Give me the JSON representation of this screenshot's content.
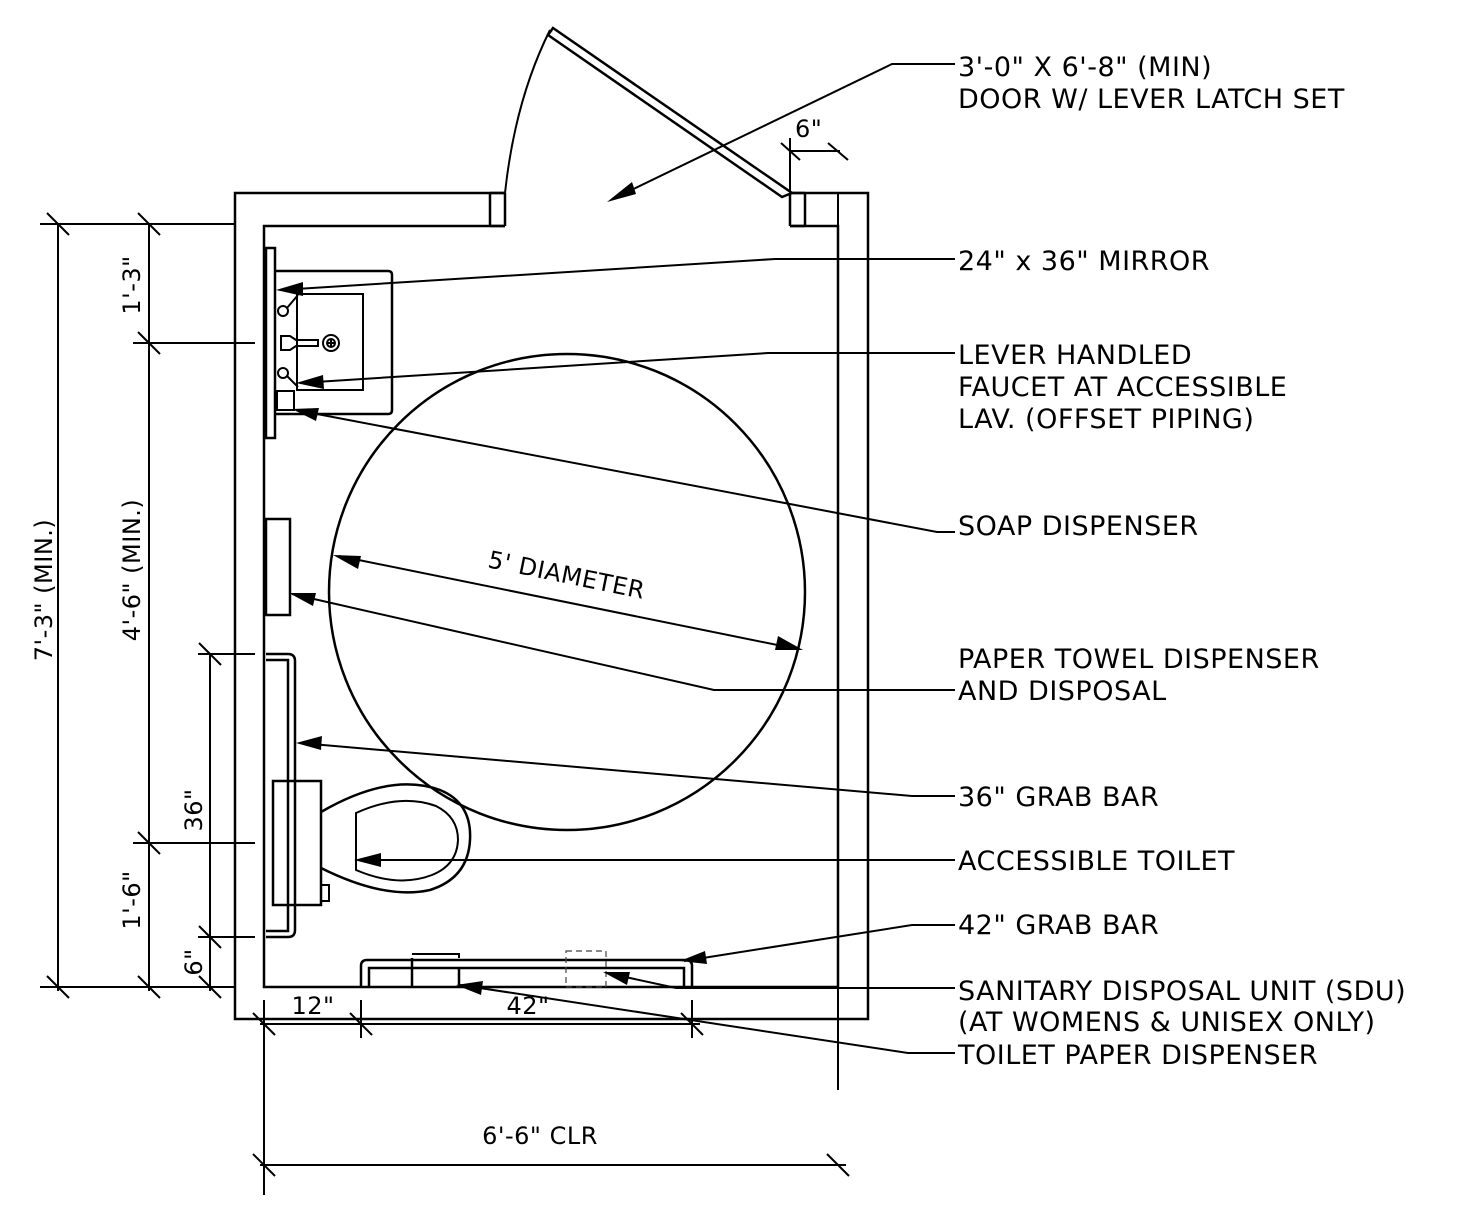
{
  "callouts": {
    "door_line1": "3'-0\" X 6'-8\" (MIN)",
    "door_line2": "DOOR W/ LEVER LATCH SET",
    "mirror": "24\" x 36\" MIRROR",
    "faucet_line1": "LEVER HANDLED",
    "faucet_line2": "FAUCET AT ACCESSIBLE",
    "faucet_line3": "LAV. (OFFSET PIPING)",
    "soap": "SOAP DISPENSER",
    "towel_line1": "PAPER TOWEL DISPENSER",
    "towel_line2": "AND DISPOSAL",
    "grab36": "36\" GRAB BAR",
    "toilet": "ACCESSIBLE TOILET",
    "grab42": "42\" GRAB BAR",
    "sdu_line1": "SANITARY DISPOSAL UNIT (SDU)",
    "sdu_line2": "(AT WOMENS & UNISEX ONLY)",
    "tp": "TOILET PAPER DISPENSER"
  },
  "dimensions": {
    "door_offset": "6\"",
    "overall_depth": "7'-3\" (MIN.)",
    "mirror_height": "1'-3\"",
    "lav_to_toilet": "4'-6\" (MIN.)",
    "grab_bar_side": "36\"",
    "toilet_centerline": "1'-6\"",
    "grab_bar_offset": "6\"",
    "rear_offset": "12\"",
    "rear_grab_bar": "42\"",
    "clear_width": "6'-6\" CLR",
    "turning_circle": "5' DIAMETER"
  }
}
